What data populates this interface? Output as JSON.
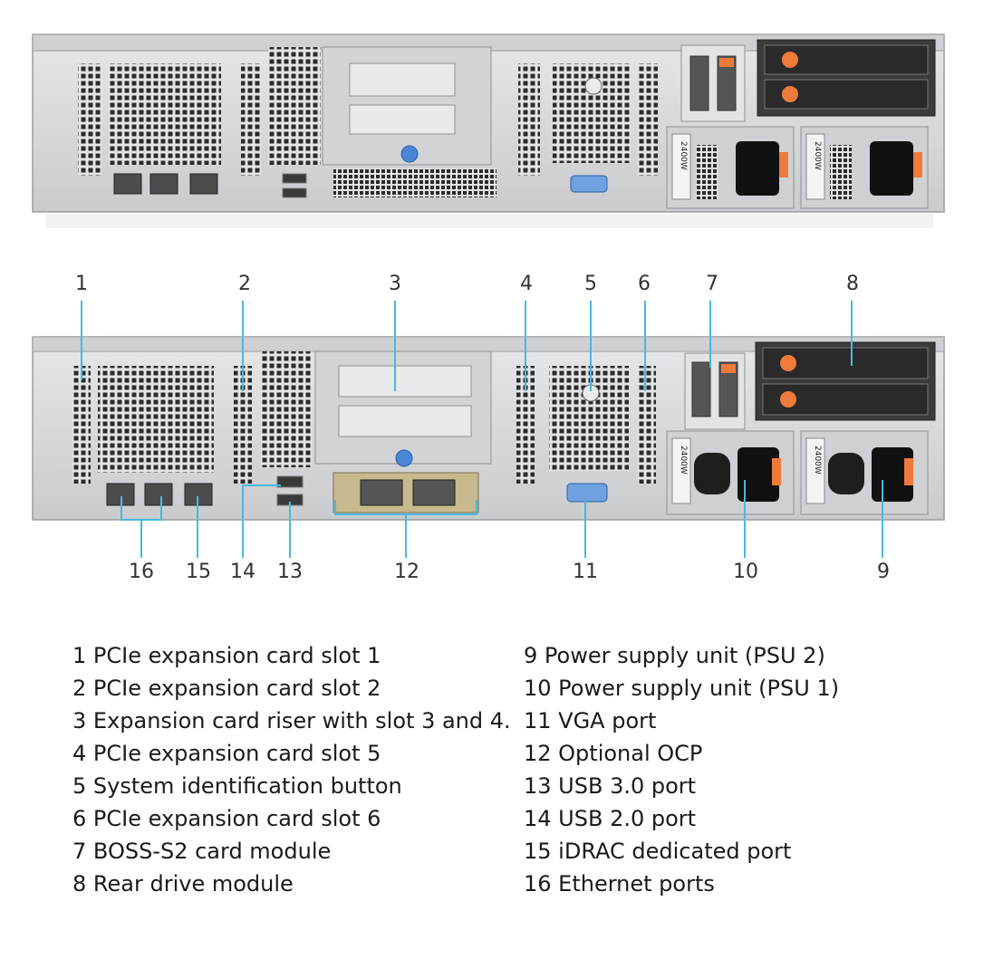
{
  "callouts": {
    "c1": "1",
    "c2": "2",
    "c3": "3",
    "c4": "4",
    "c5": "5",
    "c6": "6",
    "c7": "7",
    "c8": "8",
    "c9": "9",
    "c10": "10",
    "c11": "11",
    "c12": "12",
    "c13": "13",
    "c14": "14",
    "c15": "15",
    "c16": "16"
  },
  "panel_text": {
    "psu_rating": "2400W"
  },
  "legend": {
    "left": [
      "1 PCIe expansion card slot 1",
      "2 PCIe expansion card slot 2",
      "3 Expansion card riser with slot 3 and 4.",
      "4 PCIe expansion card slot 5",
      "5 System identification button",
      "6 PCIe expansion card slot 6",
      "7 BOSS-S2 card module",
      "8 Rear drive module"
    ],
    "right": [
      "9 Power supply unit (PSU 2)",
      "10 Power supply unit (PSU 1)",
      "11 VGA port",
      "12 Optional OCP",
      "13 USB 3.0 port",
      "14 USB 2.0 port",
      "15 iDRAC dedicated port",
      "16 Ethernet ports"
    ]
  },
  "colors": {
    "chassis": "#d7d8da",
    "chassis_dark": "#b9bbbe",
    "vent": "#2b2b2b",
    "callout_line": "#47b9e0",
    "handle_orange": "#f07a3a",
    "button_blue": "#4a86d8"
  }
}
